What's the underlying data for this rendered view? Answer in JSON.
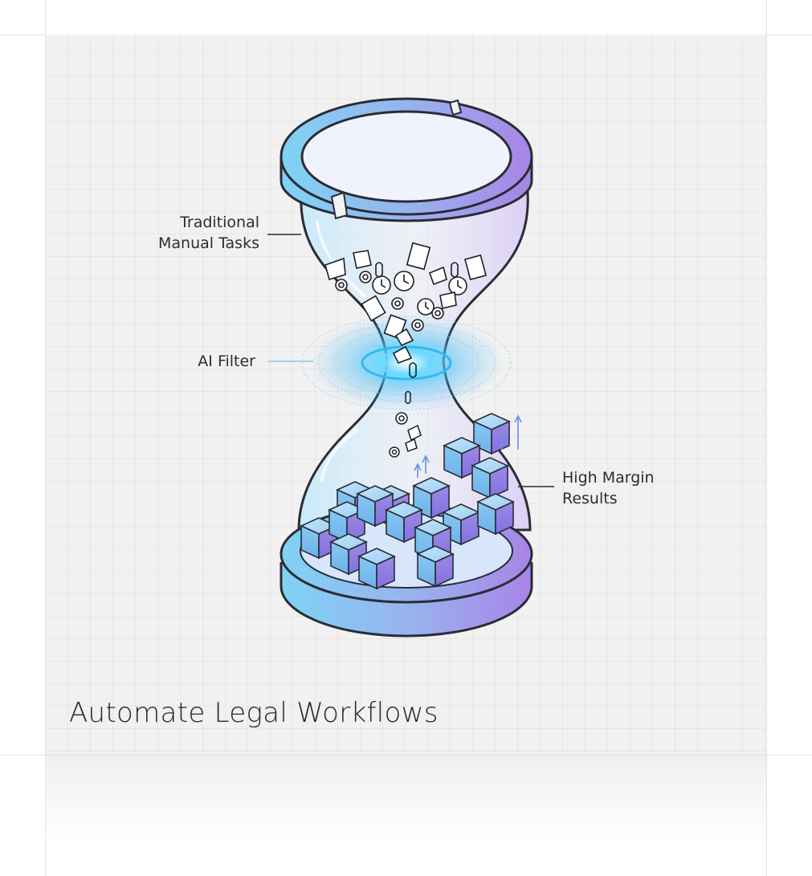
{
  "labels": {
    "manual_line1": "Traditional",
    "manual_line2": "Manual Tasks",
    "filter": "AI Filter",
    "results_line1": "High Margin",
    "results_line2": "Results"
  },
  "caption": "Automate Legal Workflows",
  "colors": {
    "glass_top": "#8fd9f2",
    "glass_bottom": "#a98be8",
    "glow": "#3ac8ff",
    "cube_light": "#8ecbf3",
    "cube_dark": "#8f79e0"
  }
}
